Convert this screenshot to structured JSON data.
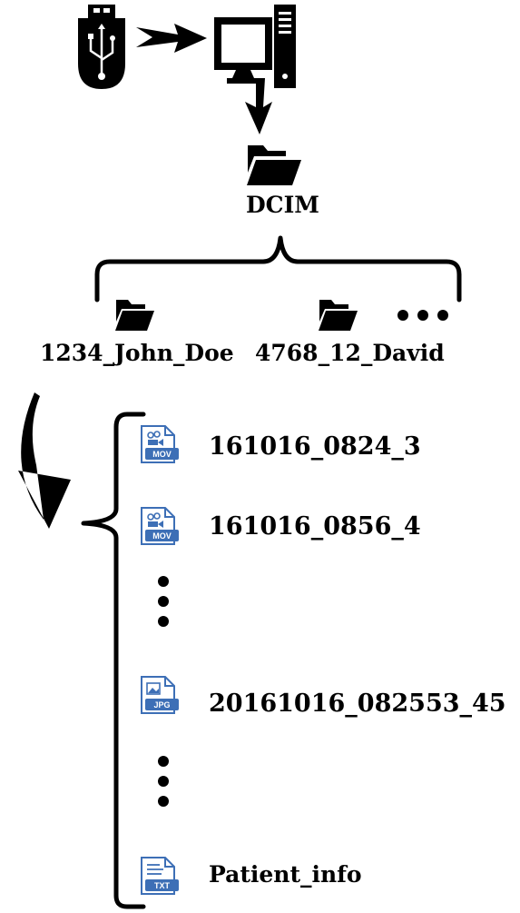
{
  "root_folder": {
    "label": "DCIM"
  },
  "subfolders": [
    {
      "label": "1234_John_Doe"
    },
    {
      "label": "4768_12_David"
    }
  ],
  "files": [
    {
      "type_badge": "MOV",
      "name": "161016_0824_3",
      "icon": "video-file-icon"
    },
    {
      "type_badge": "MOV",
      "name": "161016_0856_4",
      "icon": "video-file-icon"
    },
    {
      "type_badge": "JPG",
      "name": "20161016_082553_45",
      "icon": "image-file-icon"
    },
    {
      "type_badge": "TXT",
      "name": "Patient_info",
      "icon": "text-file-icon"
    }
  ],
  "colors": {
    "file_icon_blue": "#3d6fb6",
    "ink": "#000000"
  }
}
